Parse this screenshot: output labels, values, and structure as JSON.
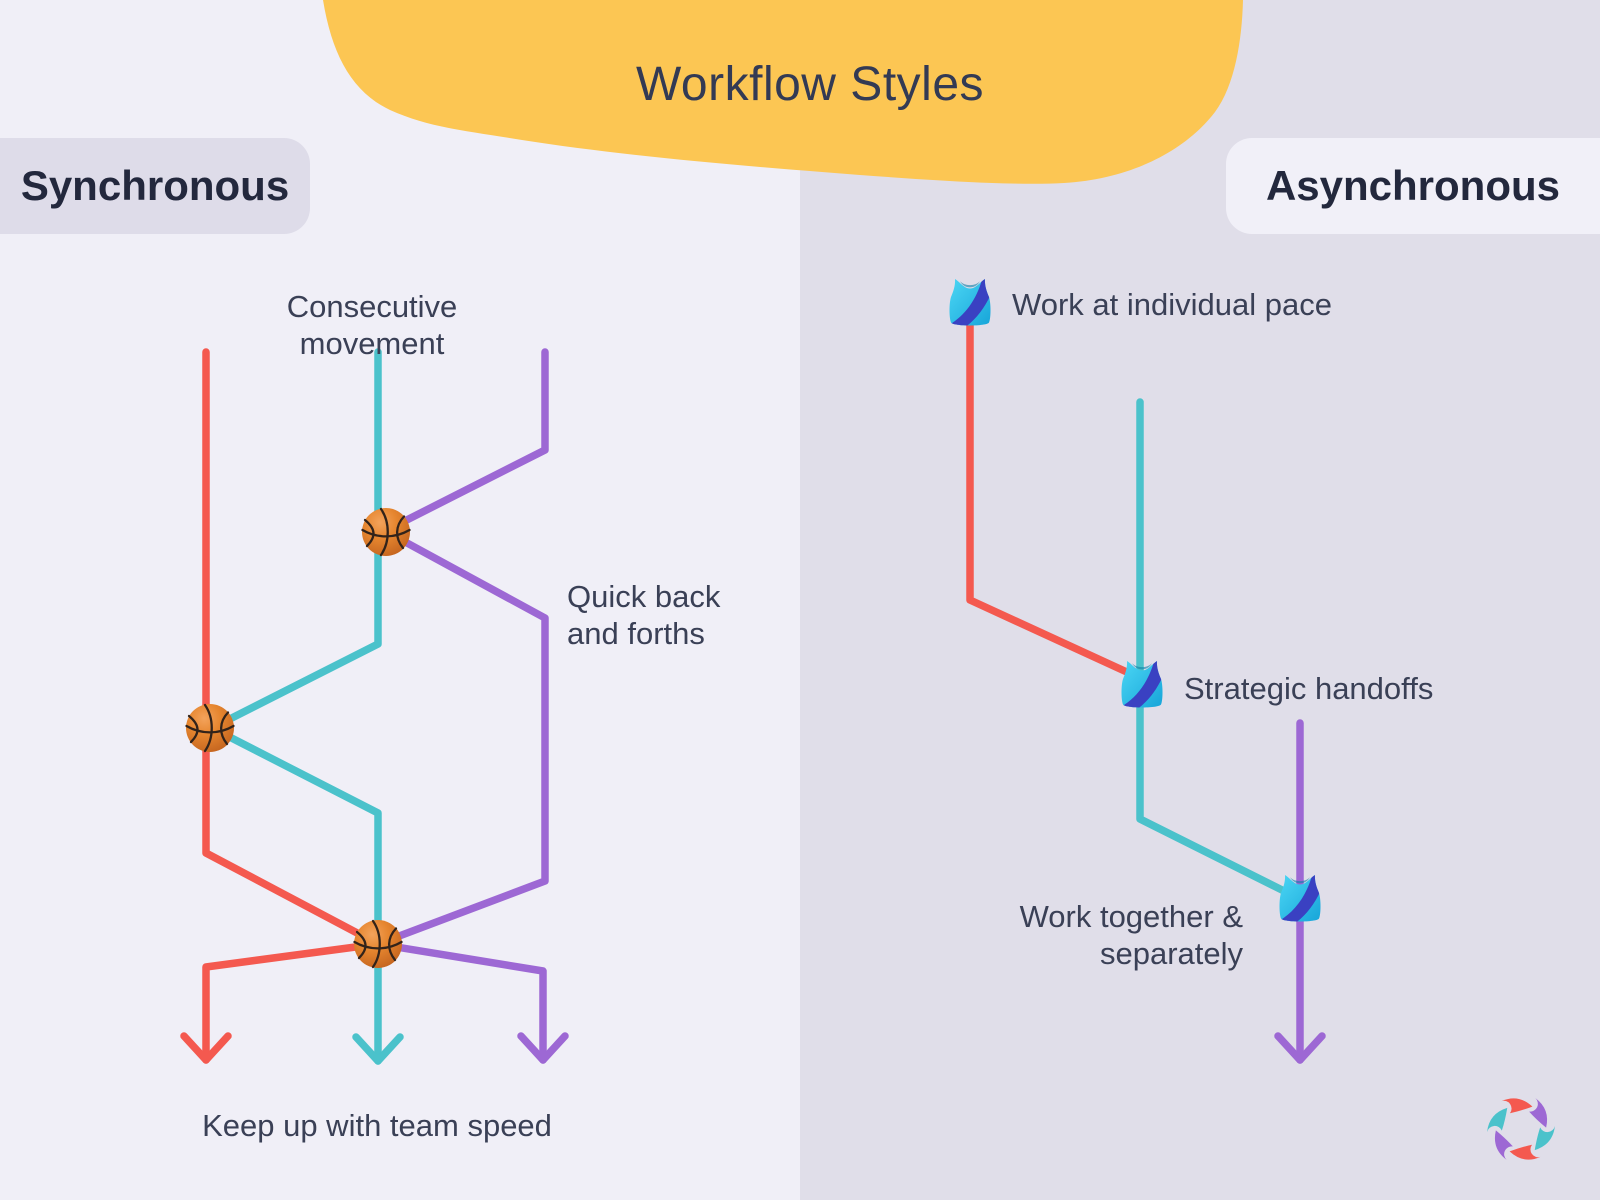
{
  "title": "Workflow Styles",
  "sections": {
    "synchronous": {
      "label": "Synchronous",
      "captions": {
        "top": "Consecutive movement",
        "middle": "Quick back and forths",
        "bottom": "Keep up with team speed"
      },
      "marker_icon": "basketball-icon",
      "lanes": [
        "red",
        "teal",
        "purple"
      ]
    },
    "asynchronous": {
      "label": "Asynchronous",
      "captions": {
        "top": "Work at individual pace",
        "middle": "Strategic handoffs",
        "bottom": "Work together & separately"
      },
      "marker_icon": "running-shirt-icon",
      "lanes": [
        "red",
        "teal",
        "purple"
      ]
    }
  },
  "logo_icon": "logo-pinwheel-icon",
  "colors": {
    "background_left": "#F0EFF7",
    "background_right": "#E0DEE9",
    "banner_yellow": "#FCC653",
    "pill_sync_bg": "#DEDCE9",
    "pill_async_bg": "#F1F0F8",
    "title_text": "#333A54",
    "label_text": "#23283D",
    "caption_text": "#3A4056",
    "line_red": "#F4594F",
    "line_teal": "#4BC2CB",
    "line_purple": "#9D68D4"
  }
}
